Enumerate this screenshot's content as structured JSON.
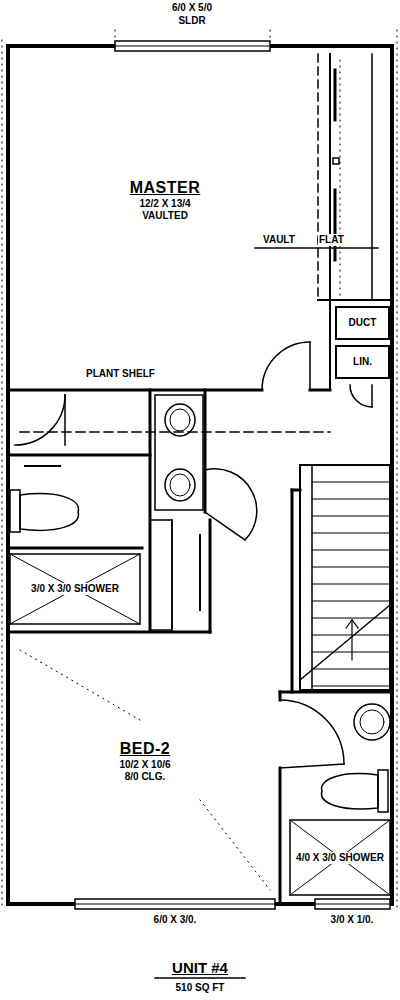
{
  "diagram": {
    "title": "UNIT #4",
    "caption": "510 SQ FT",
    "nodes": [
      {
        "text": [
          "MASTER",
          "12/2 X 13/4",
          "VAULTED"
        ]
      },
      {
        "text": [
          "DUCT"
        ]
      },
      {
        "text": [
          "LIN."
        ]
      },
      {
        "text": [
          "3/0 X 3/0 SHOWER"
        ]
      },
      {
        "text": [
          "BED-2",
          "10/2 X 10/6",
          "8/0 CLG."
        ]
      },
      {
        "text": [
          "4/0 X 3/0 SHOWER"
        ]
      }
    ],
    "labels": [
      "6/0 X 5/0",
      "SLDR",
      "VAULT",
      "FLAT",
      "PLANT SHELF",
      "6/0 X 3/0.",
      "3/0 X 1/0."
    ]
  }
}
